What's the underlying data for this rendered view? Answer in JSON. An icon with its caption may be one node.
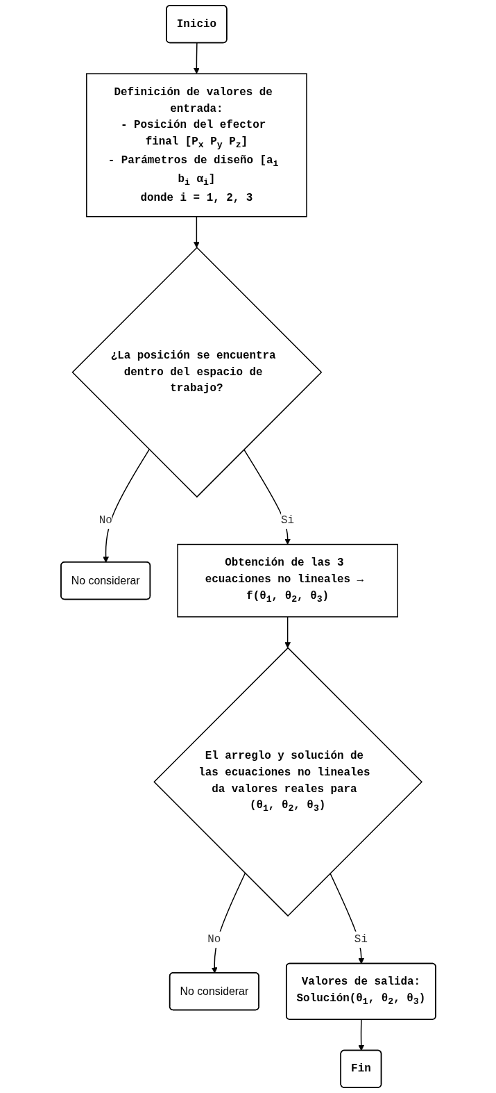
{
  "diagram": {
    "nodes": [
      {
        "text": [
          "Inicio"
        ]
      },
      {
        "text": [
          "Definición de valores de entrada:",
          "- Posición del efector final [P$_{x}$ P$_{y}$ P$_{z}$]",
          "- Parámetros de diseño [a$_{i}$ b$_{i}$ α$_{i}$]",
          "donde i = 1, 2, 3"
        ]
      },
      {
        "text": [
          "¿La posición se encuentra dentro del espacio de trabajo?"
        ]
      },
      {
        "text": [
          "No considerar"
        ]
      },
      {
        "text": [
          "Obtención de las 3 ecuaciones no lineales → f(θ$_{1}$, θ$_{2}$, θ$_{3}$)"
        ]
      },
      {
        "text": [
          "El arreglo y solución de las ecuaciones no lineales da valores reales para (θ$_{1}$, θ$_{2}$, θ$_{3}$)"
        ]
      },
      {
        "text": [
          "No considerar"
        ]
      },
      {
        "text": [
          "Valores de salida:",
          "Solución(θ$_{1}$, θ$_{2}$, θ$_{3}$)"
        ]
      },
      {
        "text": [
          "Fin"
        ]
      }
    ],
    "edges": [
      {
        "from": 0,
        "to": 1,
        "arrow": "to"
      },
      {
        "from": 1,
        "to": 2,
        "arrow": "to"
      },
      {
        "from": 2,
        "to": 3,
        "label": "No",
        "arrow": "to"
      },
      {
        "from": 2,
        "to": 4,
        "label": "Si",
        "arrow": "to"
      },
      {
        "from": 4,
        "to": 5,
        "arrow": "to"
      },
      {
        "from": 5,
        "to": 6,
        "label": "No",
        "arrow": "to"
      },
      {
        "from": 5,
        "to": 7,
        "label": "Si",
        "arrow": "to"
      },
      {
        "from": 7,
        "to": 8,
        "arrow": "to"
      }
    ]
  }
}
